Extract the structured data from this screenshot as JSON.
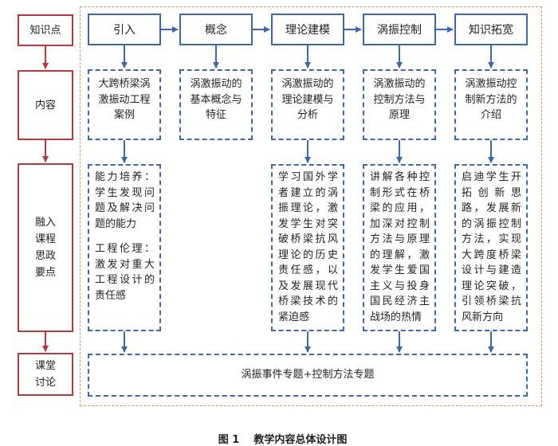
{
  "left_labels": {
    "knowledge_point": "知识点",
    "content": "内容",
    "ideology": "融入\n课程\n思政\n要点",
    "discussion": "课堂\n讨论"
  },
  "top_nodes": [
    "引入",
    "概念",
    "理论建模",
    "涡振控制",
    "知识拓宽"
  ],
  "content_nodes": [
    "大跨桥梁涡激振动工程案例",
    "涡激振动的基本概念与特征",
    "涡激振动的理论建模与分析",
    "涡激振动的控制方法与原理",
    "涡激振动控制新方法的介绍"
  ],
  "ideology_nodes": {
    "col1_para1": "能力培养：学生发现问题及解决问题的能力",
    "col1_para2": "工程伦理：激发对重大工程设计的责任感",
    "col3": "学习国外学者建立的涡振理论，激发学生对突破桥梁抗风理论的历史责任感，以及发展现代桥梁技术的紧迫感",
    "col4": "讲解各种控制形式在桥梁的应用，加深对控制方法与原理的理解，激发学生爱国主义与投身国民经济主战场的热情",
    "col5": "启迪学生开拓创新思路，发展新的涡振控制方法，实现大跨度桥梁设计与建造理论突破，引领桥梁抗风新方向"
  },
  "discussion_box": "涡振事件专题+控制方法专题",
  "caption": "图 1    教学内容总体设计图",
  "colors": {
    "left_border": "#b23a3a",
    "blue_border": "#3e67a8",
    "frame": "#e08a6e"
  }
}
